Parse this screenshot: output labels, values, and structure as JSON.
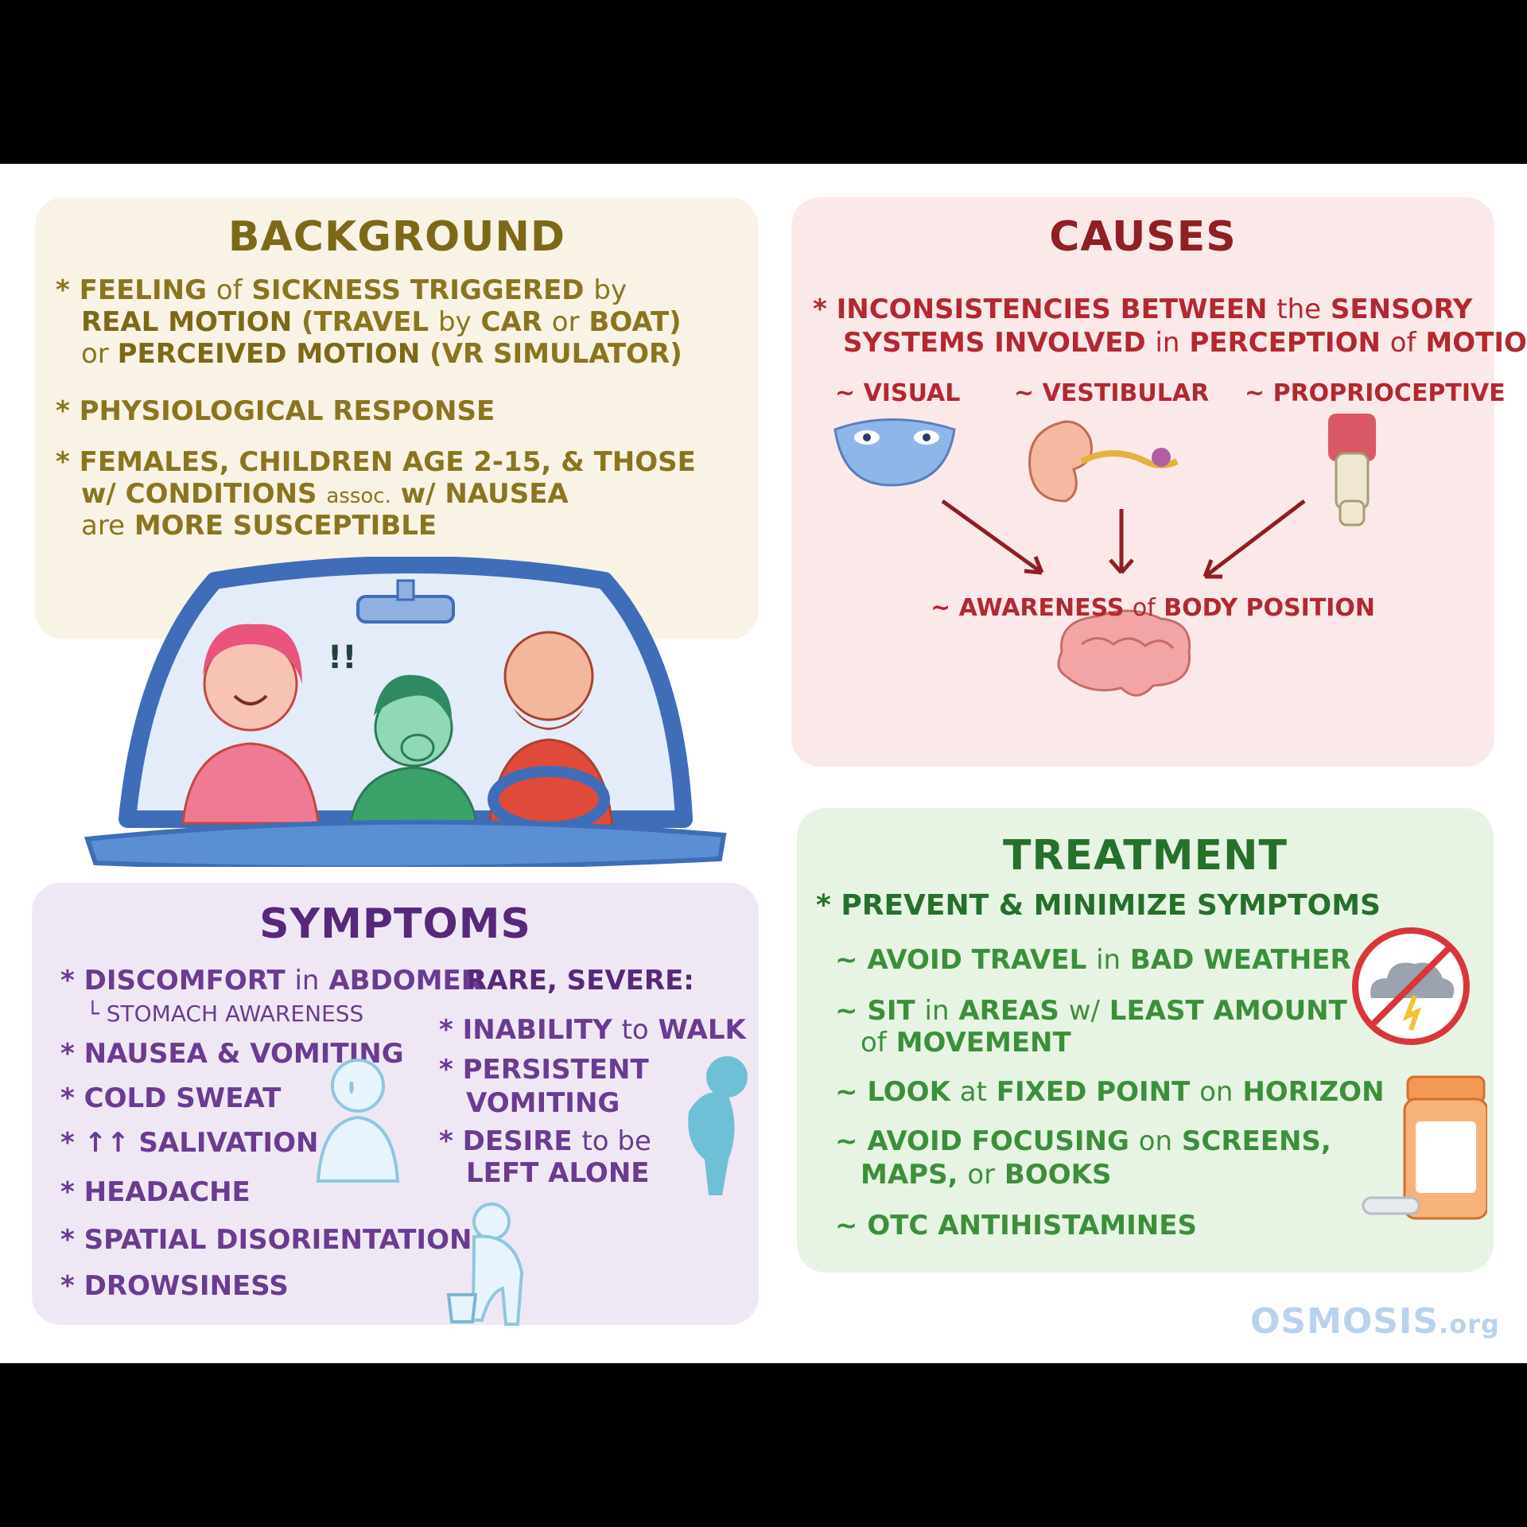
{
  "background": {
    "title": "BACKGROUND",
    "b1": {
      "l1a": "* FEELING ",
      "l1b": "of",
      "l1c": " SICKNESS TRIGGERED ",
      "l1d": "by",
      "l2a": "REAL MOTION",
      "l2b": " (TRAVEL ",
      "l2c": "by",
      "l2d": " CAR ",
      "l2e": "or",
      "l2f": " BOAT)",
      "l3a": "or ",
      "l3b": "PERCEIVED MOTION",
      "l3c": " (VR SIMULATOR)"
    },
    "b2": "* PHYSIOLOGICAL RESPONSE",
    "b3": {
      "l1": "* FEMALES, CHILDREN AGE 2-15, & THOSE",
      "l2a": "w/ CONDITIONS ",
      "l2b": "assoc.",
      "l2c": " w/ NAUSEA",
      "l3a": "are",
      "l3b": " MORE SUSCEPTIBLE"
    }
  },
  "causes": {
    "title": "CAUSES",
    "b1": {
      "l1a": "* INCONSISTENCIES BETWEEN ",
      "l1b": "the",
      "l1c": " SENSORY",
      "l2a": "SYSTEMS INVOLVED ",
      "l2b": "in",
      "l2c": " PERCEPTION ",
      "l2d": "of",
      "l2e": " MOTION:"
    },
    "visual": "~ VISUAL",
    "vestibular": "~ VESTIBULAR",
    "proprioceptive": "~ PROPRIOCEPTIVE",
    "awareness": {
      "a": "~ AWARENESS ",
      "b": "of",
      "c": " BODY POSITION"
    }
  },
  "symptoms": {
    "title": "SYMPTOMS",
    "s1": {
      "a": "* DISCOMFORT ",
      "b": "in",
      "c": " ABDOMEN"
    },
    "s1sub": "└ STOMACH AWARENESS",
    "s2": "* NAUSEA & VOMITING",
    "s3": "* COLD SWEAT",
    "s4": "* ↑↑ SALIVATION",
    "s5": "* HEADACHE",
    "s6": "* SPATIAL DISORIENTATION",
    "s7": "* DROWSINESS",
    "rare_title": "RARE, SEVERE:",
    "r1": {
      "a": "* INABILITY ",
      "b": "to",
      "c": " WALK"
    },
    "r2": {
      "l1": "* PERSISTENT",
      "l2": "VOMITING"
    },
    "r3": {
      "l1a": "* DESIRE ",
      "l1b": "to be",
      "l2": "LEFT ALONE"
    }
  },
  "treatment": {
    "title": "TREATMENT",
    "main": "* PREVENT & MINIMIZE SYMPTOMS",
    "t1": {
      "a": "~ AVOID TRAVEL ",
      "b": "in",
      "c": " BAD WEATHER"
    },
    "t2": {
      "l1a": "~ SIT ",
      "l1b": "in",
      "l1c": " AREAS ",
      "l1d": "w/",
      "l1e": " LEAST AMOUNT",
      "l2a": "of",
      "l2b": " MOVEMENT"
    },
    "t3": {
      "a": "~ LOOK ",
      "b": "at",
      "c": " FIXED POINT ",
      "d": "on",
      "e": " HORIZON"
    },
    "t4": {
      "l1a": "~ AVOID FOCUSING ",
      "l1b": "on",
      "l1c": " SCREENS,",
      "l2a": "MAPS, ",
      "l2b": "or",
      "l2c": " BOOKS"
    },
    "t5": "~ OTC ANTIHISTAMINES"
  },
  "logo": {
    "main": "OSMOSIS",
    "suffix": ".org"
  },
  "colors": {
    "background_panel": "#f8f3e4",
    "causes_panel": "#fbe9ea",
    "symptoms_panel": "#efe8f4",
    "treatment_panel": "#e7f4e4"
  }
}
